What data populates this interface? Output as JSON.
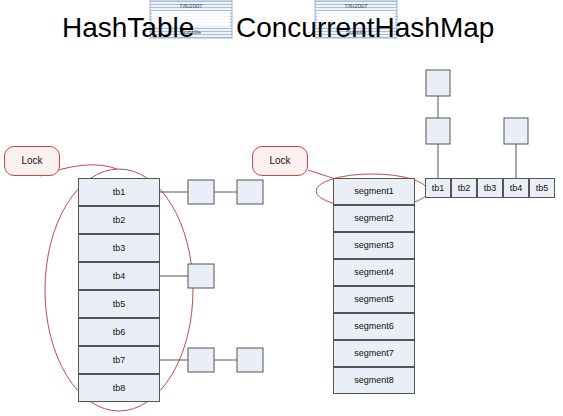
{
  "diagram": {
    "nodes": [
      {
        "text": [
          "Lock"
        ]
      },
      {
        "text": [
          "tb1"
        ]
      },
      {
        "text": [
          "tb2"
        ]
      },
      {
        "text": [
          "tb3"
        ]
      },
      {
        "text": [
          "tb4"
        ]
      },
      {
        "text": [
          "tb5"
        ]
      },
      {
        "text": [
          "tb6"
        ]
      },
      {
        "text": [
          "tb7"
        ]
      },
      {
        "text": [
          "tb8"
        ]
      },
      {
        "text": [
          "Lock"
        ]
      },
      {
        "text": [
          "segment1"
        ]
      },
      {
        "text": [
          "segment2"
        ]
      },
      {
        "text": [
          "segment3"
        ]
      },
      {
        "text": [
          "segment4"
        ]
      },
      {
        "text": [
          "segment5"
        ]
      },
      {
        "text": [
          "segment6"
        ]
      },
      {
        "text": [
          "segment7"
        ]
      },
      {
        "text": [
          "segment8"
        ]
      },
      {
        "text": [
          "tb1"
        ]
      },
      {
        "text": [
          "tb2"
        ]
      },
      {
        "text": [
          "tb3"
        ]
      },
      {
        "text": [
          "tb4"
        ]
      },
      {
        "text": [
          "tb5"
        ]
      }
    ],
    "edges": [
      {
        "from": 9,
        "to": 10,
        "arrow": "none"
      }
    ],
    "labels": [
      "7/6/2007",
      "Subtitle",
      "7/6/2007",
      "Subtitle",
      "HashTable",
      "ConcurrentHashMap"
    ]
  }
}
